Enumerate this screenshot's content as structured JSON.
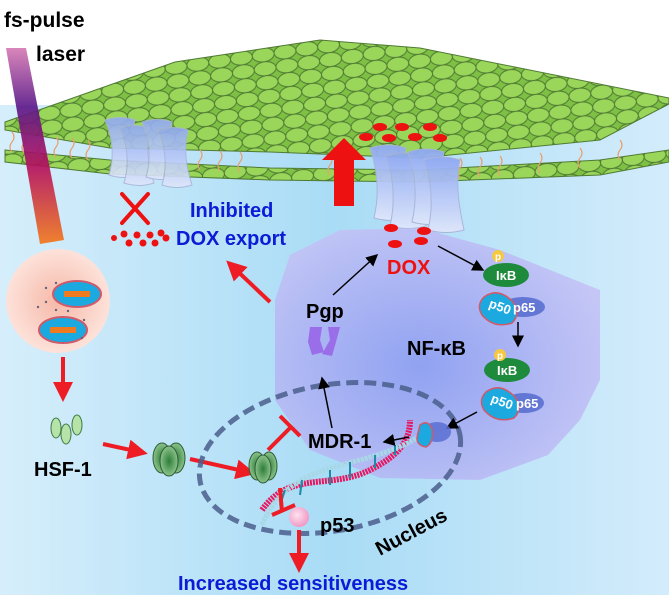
{
  "figure": {
    "title_labels": {
      "laser": "fs-pulse\nlaser",
      "laser_line1": "fs-pulse",
      "laser_line2": "laser"
    },
    "labels": {
      "inhibited_line1": "Inhibited",
      "inhibited_line2": "DOX export",
      "dox": "DOX",
      "pgp": "Pgp",
      "nfkb": "NF-κB",
      "hsf1": "HSF-1",
      "mdr1": "MDR-1",
      "p53": "p53",
      "nucleus": "Nucleus",
      "increased_sensitiveness": "Increased sensitiveness",
      "ikb": "IκB",
      "p50": "p50",
      "p65": "p65",
      "phospho": "p"
    },
    "colors": {
      "membrane_green": "#8ccf4a",
      "membrane_outline": "#4f7a34",
      "cytoplasm_bg": "#bfe3f7",
      "cell_polygon": "#b9b7f2",
      "inhibit_red": "#ee1c25",
      "label_blue": "#0b1bd6",
      "dox_red": "#ee1111",
      "ikb_green": "#1e8a3c",
      "p50_cyan": "#1ca9e0",
      "p65_blue": "#5a6fd0",
      "p53_pink": "#f7b6d6",
      "nucleus_dash": "#4a5e8c",
      "laser_top": "#c4439c",
      "laser_bottom": "#f06b1c"
    },
    "icons": [
      "laser-beam-icon",
      "lipid-bilayer-membrane",
      "pgp-transporter-channel",
      "dox-molecule",
      "red-cross-icon",
      "nanoparticle-cell-icon",
      "hsf1-trimer-icon",
      "dna-helix-icon",
      "ikb-complex-icon",
      "p53-sphere-icon",
      "inhibition-bar-icon",
      "arrow-icon"
    ]
  }
}
